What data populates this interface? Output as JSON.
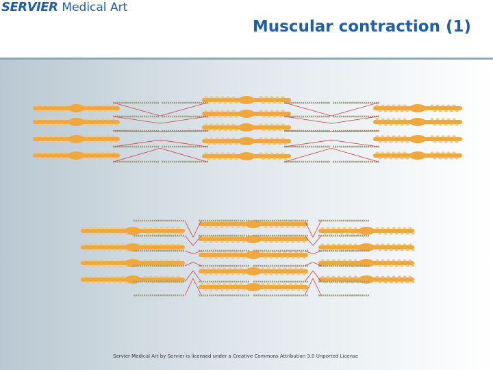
{
  "header": {
    "logo_brand": "SERVIER",
    "logo_sub": "Medical Art",
    "title": "Muscular contraction (1)"
  },
  "footer": {
    "license": "Servier Medical Art by Servier is licensed under a Creative Commons Attribution 3.0 Unported License"
  },
  "diagram": {
    "panels": [
      {
        "name": "relaxed-sarcomere",
        "state": "relaxed"
      },
      {
        "name": "contracted-sarcomere",
        "state": "contracted"
      }
    ],
    "colors": {
      "myosin": "#f0a83c",
      "myosin_light": "#f6c678",
      "actin": "#9a9a8a",
      "z_line": "#d23a3a",
      "background_left": "#b9c8d2",
      "background_right": "#ffffff"
    }
  }
}
